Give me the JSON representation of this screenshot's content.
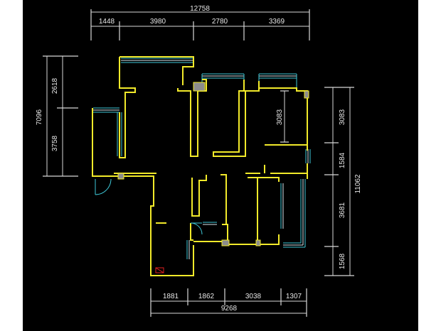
{
  "colors": {
    "background": "#000000",
    "wall": "#f2ea2a",
    "window": "#3ec8d8",
    "dimension": "#d8d8d8",
    "column": "#8c8c8c",
    "marker": "#e02020"
  },
  "dimensions": {
    "top_total": "12758",
    "top_segments": [
      "1448",
      "3980",
      "2780",
      "3369"
    ],
    "left_total": "7096",
    "left_segments": [
      "2618",
      "3758"
    ],
    "right_total": "11062",
    "right_segments": [
      "3083",
      "1584",
      "3681",
      "1568"
    ],
    "interior": "3083",
    "bottom_total": "9268",
    "bottom_segments": [
      "1881",
      "1862",
      "3038",
      "1307"
    ]
  }
}
